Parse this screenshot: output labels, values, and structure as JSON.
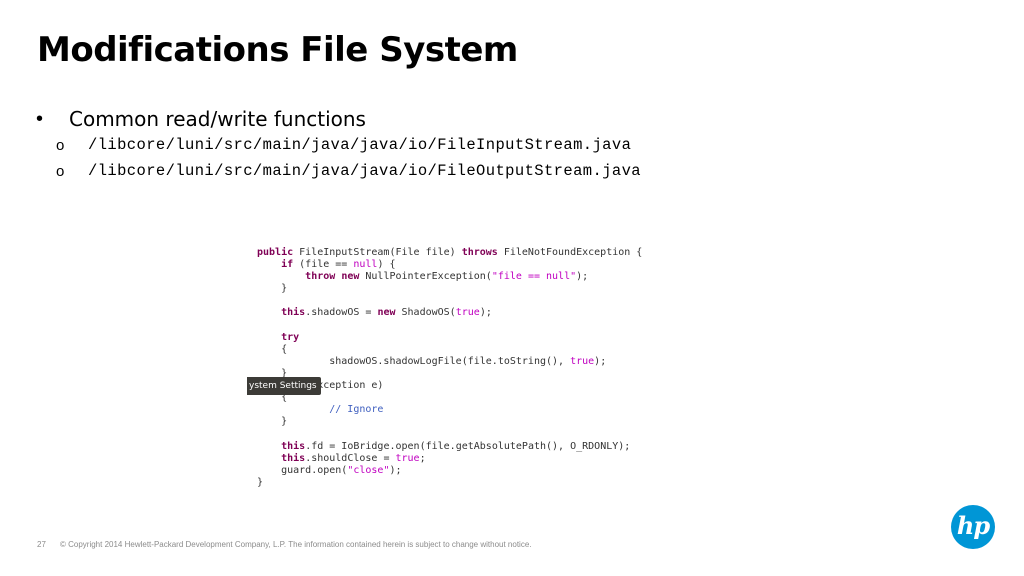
{
  "slide": {
    "title": "Modifications File System",
    "bullet": {
      "marker": "•",
      "text": "Common read/write functions",
      "subitems": [
        {
          "marker": "o",
          "text": "/libcore/luni/src/main/java/java/io/FileInputStream.java"
        },
        {
          "marker": "o",
          "text": "/libcore/luni/src/main/java/java/io/FileOutputStream.java"
        }
      ]
    }
  },
  "code": {
    "l1_kw1": "public",
    "l1_a": " FileInputStream(File file) ",
    "l1_kw2": "throws",
    "l1_b": " FileNotFoundException {",
    "l2_kw": "if",
    "l2_a": " (file == ",
    "l2_lit": "null",
    "l2_b": ") {",
    "l3_kw1": "throw",
    "l3_kw2": "new",
    "l3_a": " NullPointerException(",
    "l3_str": "\"file == null\"",
    "l3_b": ");",
    "l4": "}",
    "l6_kw1": "this",
    "l6_a": ".shadowOS = ",
    "l6_kw2": "new",
    "l6_b": " ShadowOS(",
    "l6_lit": "true",
    "l6_c": ");",
    "l8_kw": "try",
    "l9": "{",
    "l10_a": "shadowOS.shadowLogFile(file.toString(), ",
    "l10_lit": "true",
    "l10_b": ");",
    "l11": "}",
    "l12": "xception e)",
    "l13": "{",
    "l14_cmt": "// Ignore",
    "l15": "}",
    "l17_kw": "this",
    "l17_a": ".fd = IoBridge.open(file.getAbsolutePath(), O_RDONLY);",
    "l18_kw": "this",
    "l18_a": ".shouldClose = ",
    "l18_lit": "true",
    "l18_b": ";",
    "l19_a": "guard.open(",
    "l19_str": "\"close\"",
    "l19_b": ");",
    "l20": "}"
  },
  "tooltip": {
    "text": "ystem Settings"
  },
  "footer": {
    "page_number": "27",
    "copyright": "© Copyright 2014 Hewlett-Packard Development Company, L.P.  The information contained herein is subject to change without notice."
  },
  "logo": {
    "text": "hp",
    "color": "#0096d6"
  }
}
